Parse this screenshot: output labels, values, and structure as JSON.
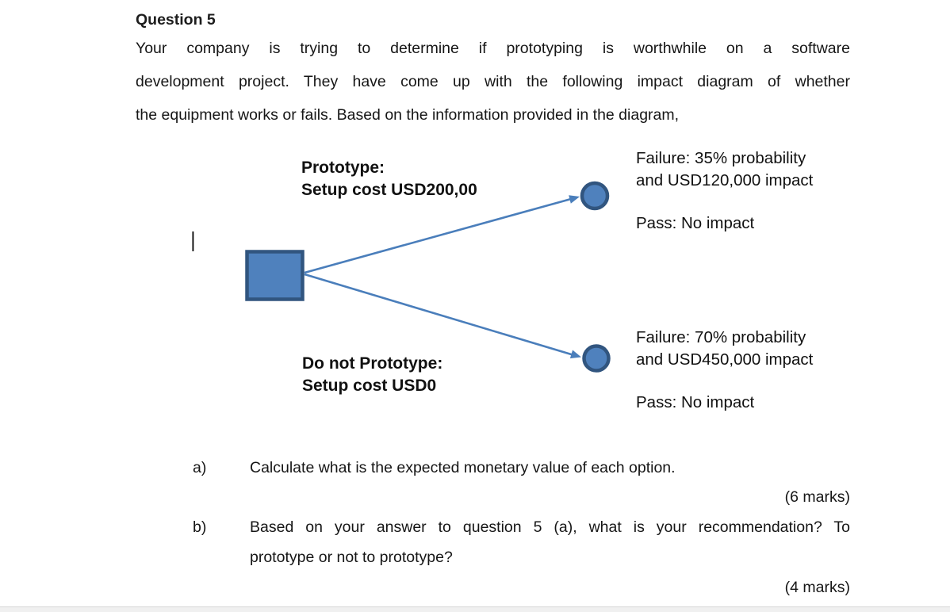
{
  "document": {
    "title": "Question 5",
    "intro_lines": [
      "Your company is trying to determine if prototyping is worthwhile on a software",
      "development project. They have come up with the following impact diagram of whether",
      "the equipment works or fails. Based on the information provided in the diagram,"
    ]
  },
  "diagram": {
    "prototype_option": {
      "label_line1": "Prototype:",
      "label_line2": "Setup cost USD200,00",
      "failure_line1": "Failure: 35% probability",
      "failure_line2": "and USD120,000 impact",
      "pass": "Pass: No impact"
    },
    "no_prototype_option": {
      "label_line1": "Do not Prototype:",
      "label_line2": "Setup cost USD0",
      "failure_line1": "Failure: 70% probability",
      "failure_line2": "and USD450,000 impact",
      "pass": "Pass: No impact"
    },
    "colors": {
      "node_fill": "#4F81BD",
      "node_border": "#31557F",
      "connector": "#4A7EBB",
      "cursor": "#000000"
    }
  },
  "questions": [
    {
      "label": "a)",
      "line1": "Calculate what is the expected monetary value of each option.",
      "marks": "(6 marks)"
    },
    {
      "label": "b)",
      "line1": "Based on your answer to question 5 (a), what is your recommendation? To",
      "line2": "prototype or not to prototype?",
      "marks": "(4 marks)"
    }
  ]
}
